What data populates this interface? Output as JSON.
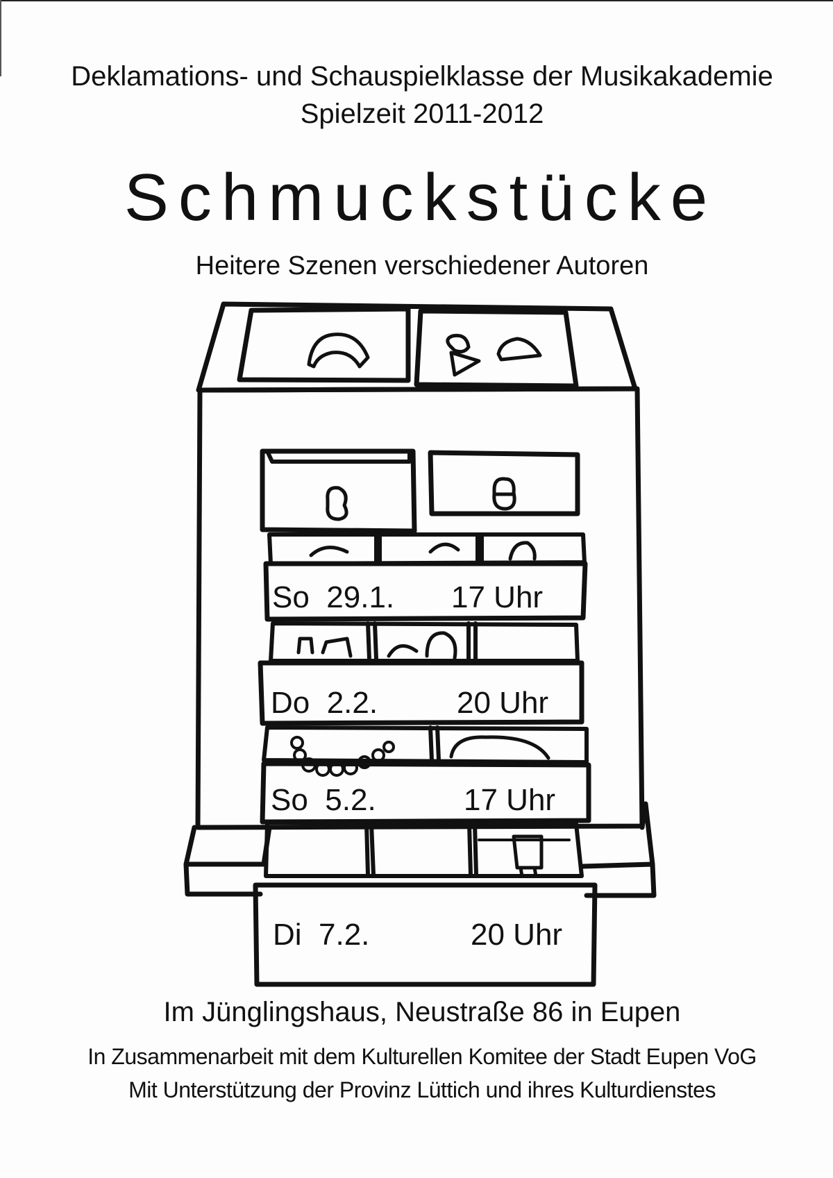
{
  "header": {
    "line1": "Deklamations- und Schauspielklasse der Musikakademie",
    "line2": "Spielzeit 2011-2012"
  },
  "title": "Schmuckstücke",
  "subtitle": "Heitere Szenen verschiedener Autoren",
  "illustration": {
    "description": "Hand-drawn jewelry cabinet with open drawers",
    "performances": [
      {
        "day": "So",
        "date": "29.1.",
        "time": "17 Uhr"
      },
      {
        "day": "Do",
        "date": "2.2.",
        "time": "20 Uhr"
      },
      {
        "day": "So",
        "date": "5.2.",
        "time": "17 Uhr"
      },
      {
        "day": "Di",
        "date": "7.2.",
        "time": "20 Uhr"
      }
    ]
  },
  "venue": "Im Jünglingshaus, Neustraße 86 in Eupen",
  "credits": {
    "line1": "In Zusammenarbeit mit dem Kulturellen Komitee der Stadt Eupen VoG",
    "line2": "Mit Unterstützung der Provinz Lüttich und ihres Kulturdienstes"
  },
  "colors": {
    "ink": "#111111",
    "paper": "#fdfdfd"
  }
}
